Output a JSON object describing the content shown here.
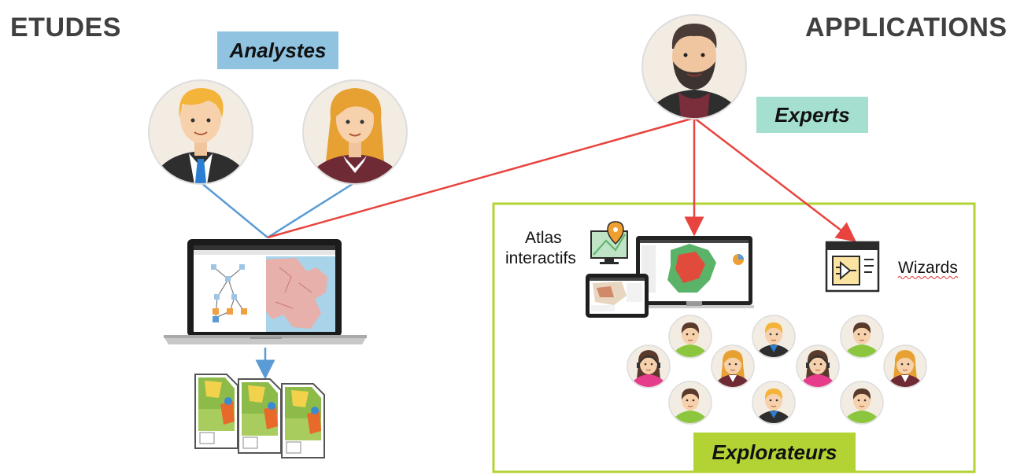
{
  "headings": {
    "left": "ETUDES",
    "right": "APPLICATIONS"
  },
  "roles": {
    "analysts": "Analystes",
    "experts": "Experts",
    "explorers": "Explorateurs"
  },
  "features": {
    "atlas_line1": "Atlas",
    "atlas_line2": "interactifs",
    "wizards": "Wizards"
  },
  "colors": {
    "analysts_bg": "#8fc3e0",
    "experts_bg": "#a5dfcf",
    "explorers_bg": "#b3d335",
    "box_border": "#b3d335",
    "blue_line": "#5b9bd5",
    "red_line": "#e8433e"
  },
  "icons": [
    "analyst-man-avatar",
    "analyst-woman-avatar",
    "expert-bearded-man-avatar",
    "laptop-map-icon",
    "map-document-icon",
    "map-pin-monitor-icon",
    "tablet-map-icon",
    "desktop-map-icon",
    "wizard-window-icon",
    "explorer-avatar"
  ]
}
